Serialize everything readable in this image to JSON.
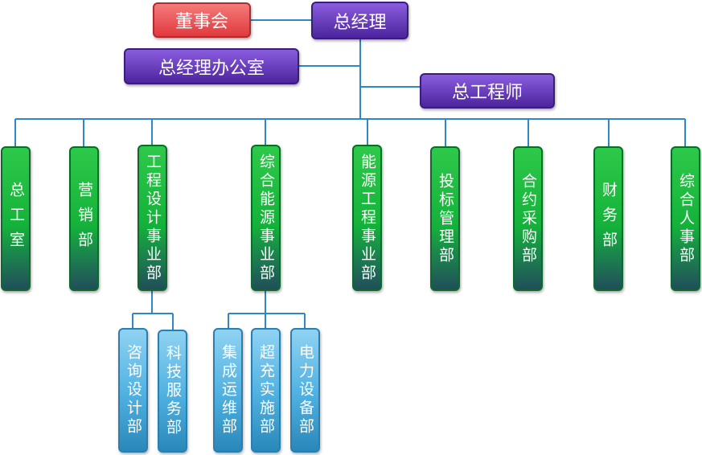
{
  "top": {
    "general_manager": "总经理",
    "board": "董事会",
    "gm_office": "总经理办公室",
    "chief_engineer": "总工程师"
  },
  "departments": [
    "总工室",
    "营销部",
    "工程设计事业部",
    "综合能源事业部",
    "能源工程事业部",
    "投标管理部",
    "合约采购部",
    "财务部",
    "综合人事部"
  ],
  "sub_departments": {
    "engineering_design": [
      "咨询设计部",
      "科技服务部"
    ],
    "integrated_energy": [
      "集成运维部",
      "超充实施部",
      "电力设备部"
    ]
  },
  "colors": {
    "top_purple": "#5b2eb0",
    "board_red": "#e8484c",
    "department_green": "#1dbb45",
    "sub_department_blue": "#4eb0e0",
    "connector": "#2f86c9"
  }
}
